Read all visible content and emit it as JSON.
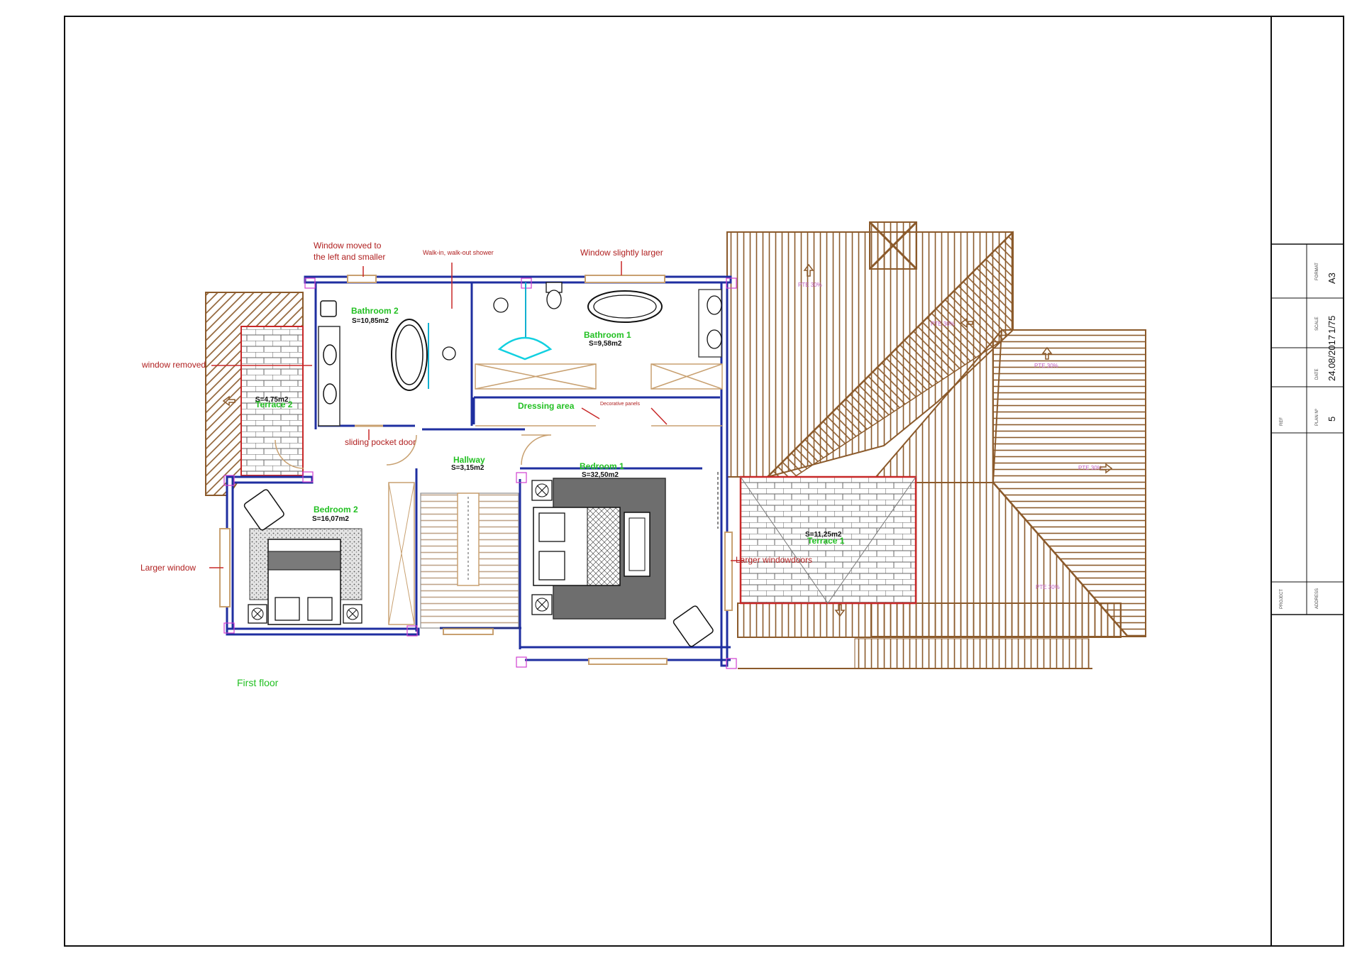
{
  "rooms": {
    "bathroom2": {
      "name": "Bathroom  2",
      "area": "S=10,85m2"
    },
    "bathroom1": {
      "name": "Bathroom  1",
      "area": "S=9,58m2"
    },
    "dressing": {
      "name": "Dressing  area"
    },
    "hallway": {
      "name": "Hallway",
      "area": "S=3,15m2"
    },
    "bedroom1": {
      "name": "Bedroom  1",
      "area": "S=32,50m2"
    },
    "bedroom2": {
      "name": "Bedroom  2",
      "area": "S=16,07m2"
    },
    "terrace2": {
      "name": "Terrace  2",
      "area": "S=4,75m2"
    },
    "terrace1": {
      "name": "Terrace  1",
      "area": "S=11,25m2"
    }
  },
  "notes": {
    "window_moved_1": "Window moved to",
    "window_moved_2": "the left and smaller",
    "walk_in_shower": "Walk-in, walk-out shower",
    "window_larger": "Window slightly larger",
    "window_removed": "window removed",
    "sliding_pocket_door": "sliding pocket door",
    "decorative_panels": "Decorative panels",
    "larger_window": "Larger window",
    "larger_windowdoors": "Larger windowdoors"
  },
  "roof_slopes": [
    "PTE 30%",
    "PTE 30%",
    "PTE 30%",
    "PTE 30%",
    "PTE 30%"
  ],
  "floor_label": "First floor",
  "title_block": {
    "format_label": "FORMAT",
    "format": "A3",
    "scale_label": "SCALE",
    "scale": "1/75",
    "date_label": "DATE",
    "date": "24.08/2017",
    "plan_label": "PLAN Nº",
    "plan": "5",
    "ref_label": "REF",
    "project_label": "PROJECT",
    "address_label": "ADDRESS"
  },
  "colors": {
    "wall": "#1f2fa0",
    "roof": "#8b5a2b",
    "annotation": "#b02020",
    "room_name": "#22c022",
    "carpet": "#6e6e6e"
  }
}
